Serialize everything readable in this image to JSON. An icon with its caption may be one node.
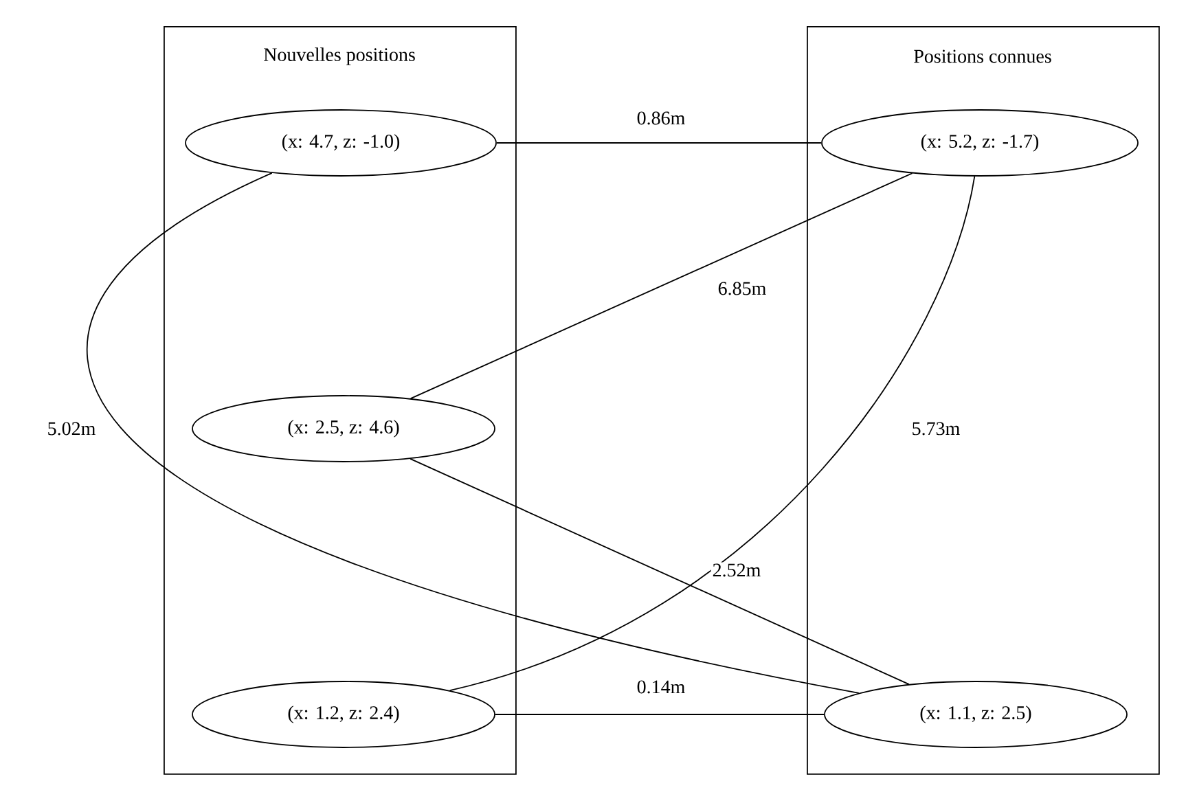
{
  "diagram": {
    "nodes": [
      {
        "text": [
          "Nouvelles positions"
        ]
      },
      {
        "text": [
          "Positions connues"
        ]
      },
      {
        "text": [
          "(x: 4.7, z: -1.0)"
        ],
        "in": 0
      },
      {
        "text": [
          "(x: 2.5, z: 4.6)"
        ],
        "in": 0
      },
      {
        "text": [
          "(x: 1.2, z: 2.4)"
        ],
        "in": 0
      },
      {
        "text": [
          "(x: 5.2, z: -1.7)"
        ],
        "in": 1
      },
      {
        "text": [
          "(x: 1.1, z: 2.5)"
        ],
        "in": 1
      }
    ],
    "edges": [
      {
        "from": 2,
        "to": 5,
        "arrow": "none",
        "label": "0.86m"
      },
      {
        "from": 3,
        "to": 5,
        "arrow": "none",
        "label": "6.85m"
      },
      {
        "from": 4,
        "to": 5,
        "arrow": "none",
        "label": "5.73m"
      },
      {
        "from": 2,
        "to": 6,
        "arrow": "none",
        "label": "5.02m"
      },
      {
        "from": 3,
        "to": 6,
        "arrow": "none",
        "label": "2.52m"
      },
      {
        "from": 4,
        "to": 6,
        "arrow": "none",
        "label": "0.14m"
      }
    ]
  }
}
